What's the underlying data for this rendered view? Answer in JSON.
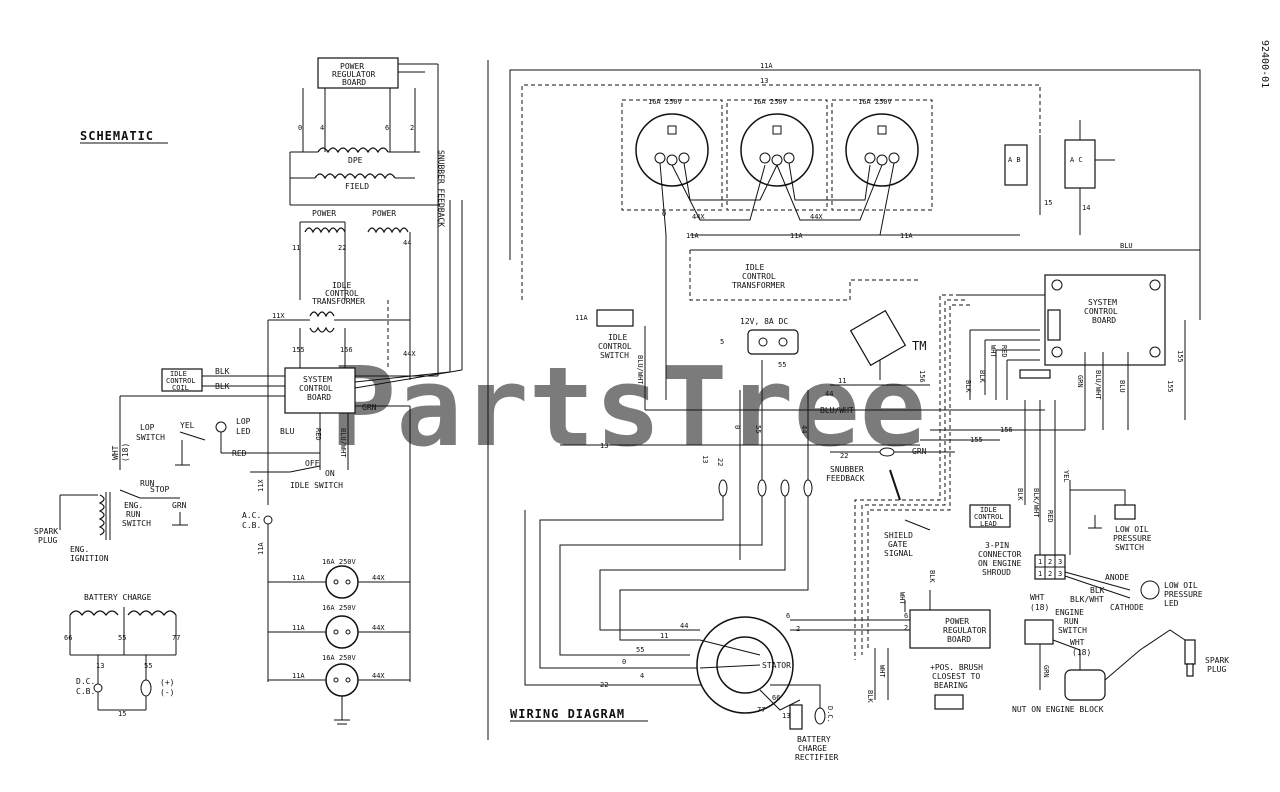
{
  "titles": {
    "schematic": "SCHEMATIC",
    "wiring": "WIRING DIAGRAM",
    "drawing_number": "92400-01"
  },
  "watermark": {
    "text": "PartsTree",
    "tm": "TM"
  },
  "components": {
    "power_regulator_board": [
      "POWER",
      "REGULATOR",
      "BOARD"
    ],
    "field": "FIELD",
    "dpe": "DPE",
    "power": "POWER",
    "idle_transformer": [
      "IDLE",
      "CONTROL",
      "TRANSFORMER"
    ],
    "idle_transformer_wd": [
      "IDLE",
      "CONTROL",
      "TRANSFORMER"
    ],
    "system_control_board": [
      "SYSTEM",
      "CONTROL",
      "BOARD"
    ],
    "idle_control_coil": [
      "IDLE",
      "CONTROL",
      "COIL"
    ],
    "idle_control_lead": [
      "IDLE",
      "CONTROL",
      "LEAD"
    ],
    "lop_switch": [
      "LOP",
      "SWITCH"
    ],
    "lop_led": [
      "LOP",
      "LED"
    ],
    "idle_switch": "IDLE SWITCH",
    "idle_control_switch": [
      "IDLE",
      "CONTROL",
      "SWITCH"
    ],
    "eng_run_switch": [
      "ENG.",
      "RUN",
      "SWITCH"
    ],
    "engine_run_switch": [
      "ENGINE",
      "RUN",
      "SWITCH"
    ],
    "spark_plug": [
      "SPARK",
      "PLUG"
    ],
    "eng_ignition": [
      "ENG.",
      "IGNITION"
    ],
    "battery_charge": "BATTERY CHARGE",
    "dc_cb": [
      "D.C.",
      "C.B."
    ],
    "ac_cb": [
      "A.C.",
      "C.B."
    ],
    "outlet_rating": "16A 250V",
    "dc_outlet": "12V, 8A DC",
    "stator": "STATOR",
    "battery_charge_rectifier": [
      "BATTERY",
      "CHARGE",
      "RECTIFIER"
    ],
    "snubber_feedback": [
      "SNUBBER",
      "FEEDBACK"
    ],
    "shield_gate_signal": [
      "SHIELD",
      "GATE",
      "SIGNAL"
    ],
    "connector_3pin": [
      "3-PIN",
      "CONNECTOR",
      "ON ENGINE",
      "SHROUD"
    ],
    "low_oil_pressure_switch": [
      "LOW OIL",
      "PRESSURE",
      "SWITCH"
    ],
    "low_oil_pressure_led": [
      "LOW OIL",
      "PRESSURE",
      "LED"
    ],
    "anode": "ANODE",
    "cathode": "CATHODE",
    "brush_note": [
      "+POS. BRUSH",
      "CLOSEST TO",
      "BEARING"
    ],
    "nut_on_engine_block": "NUT ON ENGINE BLOCK",
    "snubber_vertical": "SNUBBER FEEDBACK"
  },
  "wires": {
    "blk": "BLK",
    "blu": "BLU",
    "red": "RED",
    "yel": "YEL",
    "grn": "GRN",
    "wht": "WHT",
    "blu_wht": "BLU/WHT",
    "blk_wht": "BLK/WHT",
    "wht_18": "(18)",
    "run": "RUN",
    "stop": "STOP",
    "off": "OFF",
    "on": "ON",
    "w0": "0",
    "w2": "2",
    "w4": "4",
    "w6": "6",
    "w11": "11",
    "w11a": "11A",
    "w11x": "11X",
    "w13": "13",
    "w15": "15",
    "w22": "22",
    "w44": "44",
    "w44x": "44X",
    "w55": "55",
    "w66": "66",
    "w77": "77",
    "w155": "155",
    "w156": "156",
    "w14": "14",
    "w5": "5",
    "pos": "(+)",
    "neg": "(-)",
    "ab": "A B",
    "ac": "A C",
    "n1": "1",
    "n2": "2",
    "n3": "3"
  }
}
